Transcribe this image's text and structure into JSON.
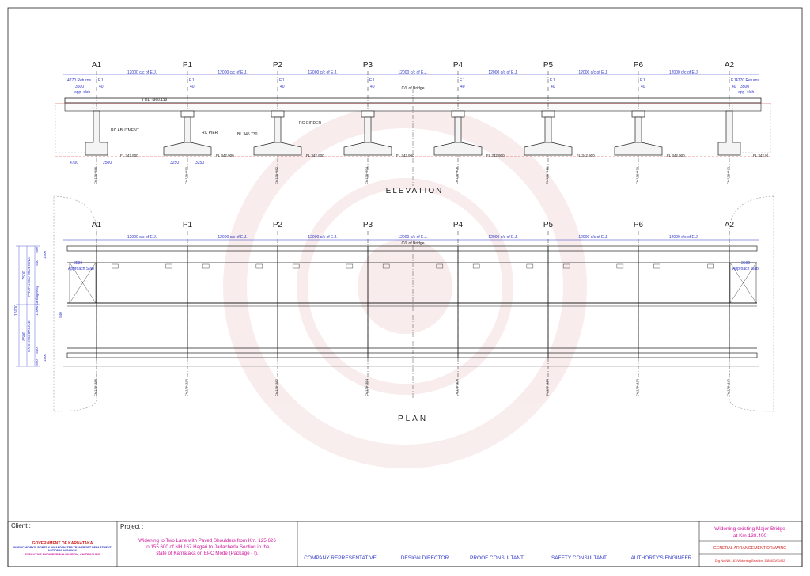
{
  "piers": {
    "labels": [
      "A1",
      "P1",
      "P2",
      "P3",
      "P4",
      "P5",
      "P6",
      "A2"
    ],
    "chainages": [
      "Ch 138+386",
      "Ch 138+370",
      "Ch 138+382",
      "Ch 138+394",
      "Ch 138+406",
      "Ch 138+418",
      "Ch 138+430",
      "Ch 138+442"
    ]
  },
  "elevation": {
    "title": "ELEVATION",
    "span_label": "12000 c/c of E.J.",
    "ej_label": "EJ",
    "ej_gap": "40",
    "returns_label": "4770 Returns",
    "app_slab_length": "3500",
    "app_slab_label": "app. slab",
    "centerline": "C/L of Bridge",
    "frl": "FRL +360.119",
    "bl": "BL 345.730",
    "fl": "FL 342.900",
    "fl_short": "FL 342.9(",
    "abutment": "RC ABUTMENT",
    "pier": "RC PIER",
    "girder": "RC GIRDER",
    "dim_left_1": "4700",
    "dim_left_2": "2500",
    "dim_pier_1": "3250",
    "dim_pier_2": "3250"
  },
  "plan": {
    "title": "PLAN",
    "span_label": "12000 c/c of E.J.",
    "centerline": "C/L of Bridge",
    "approach_length": "3500",
    "approach_label": "Approach Slab",
    "proposed_label": "PROPOSED WIDENING",
    "existing_label": "EXISTING BRIDGE",
    "carriageway": "11000 carriageway",
    "dim_total": "16000",
    "dim_proposed": "7500",
    "dim_existing": "8500",
    "dim_500": "500",
    "dim_1500": "1500",
    "dim_540": "540"
  },
  "title_block": {
    "client_label": "Client :",
    "client_line1": "GOVERNMENT OF KARNATAKA",
    "client_line2": "PUBLIC WORKS, PORTS & INLAND WATER TRANSPORT DEPARTMENT",
    "client_line3": "NATIONAL HIGHWAY",
    "client_line4": "EXECUTIVE ENGINEER N.H.DIVISION, CHITRADURG",
    "project_label": "Project :",
    "project_text_1": "Widening to Two Lane with Paved Shoulders from Km. 125.626",
    "project_text_2": "to 155.600  of NH 167  Hagari to Jadacherla Section in the",
    "project_text_3": "state of Karnataka on EPC Mode (Package - I).",
    "company_rep": "COMPANY REPRESENTATIVE",
    "design_director": "DESIGN DIRECTOR",
    "proof_consultant": "PROOF CONSULTANT",
    "safety_consultant": "SAFETY CONSULTANT",
    "authority_engineer": "AUTHORTY'S ENGINEER",
    "drawing_title_1": "Widening existing Major Bridge",
    "drawing_title_2": "at Km 138.400",
    "drawing_name": "GENERAL ARRANGEMENT DRAWING",
    "drawing_no": "Drg No:NH-167/Widening Br at km 138.400/01/R2"
  },
  "colors": {
    "blue": "#2f37c8",
    "magenta": "#d0169a",
    "red": "#d21f1f",
    "line": "#222222",
    "gray": "#777777"
  }
}
